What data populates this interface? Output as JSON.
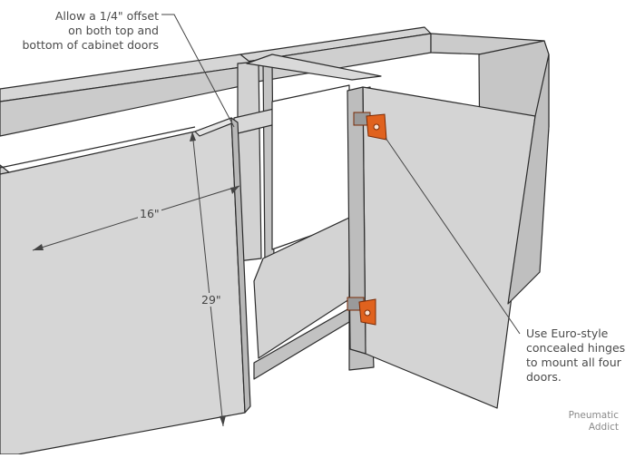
{
  "callouts": {
    "offset": [
      "Allow a 1/4\" offset",
      "on both top and",
      "bottom of cabinet doors"
    ],
    "hinges": [
      "Use Euro-style",
      "concealed hinges",
      "to mount all four",
      "doors."
    ]
  },
  "dimensions": {
    "door_width": "16\"",
    "door_height": "29\""
  },
  "watermark": [
    "Pneumatic",
    "Addict"
  ],
  "colors": {
    "panel_light": "#d9d9d9",
    "panel_mid": "#c8c8c8",
    "panel_dark": "#a9a9a9",
    "edge": "#2b2b2b",
    "hinge": "#e0621e"
  }
}
